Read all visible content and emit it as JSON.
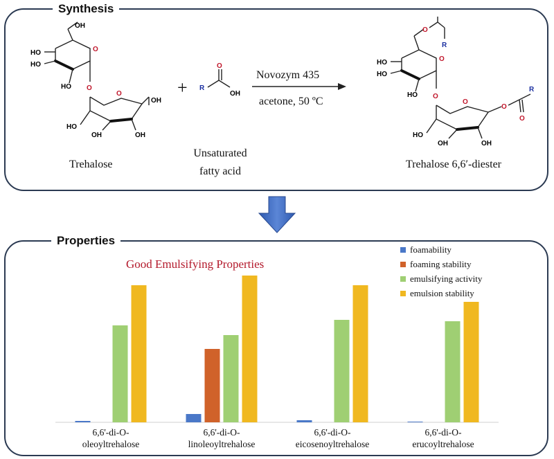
{
  "synthesis": {
    "title": "Synthesis",
    "reactant1_label": "Trehalose",
    "reactant2_label_line1": "Unsaturated",
    "reactant2_label_line2": "fatty acid",
    "plus": "+",
    "enzyme": "Novozym 435",
    "conditions": "acetone, 50 ºC",
    "product_label": "Trehalose 6,6′-diester",
    "atoms": {
      "oh": "OH",
      "ho": "HO",
      "o": "O",
      "r": "R"
    }
  },
  "properties": {
    "title": "Properties",
    "headline": "Good Emulsifying Properties",
    "headline_color": "#b3192b"
  },
  "chart_data": {
    "type": "bar",
    "title": "",
    "xlabel": "",
    "ylabel": "",
    "ylim": [
      0,
      100
    ],
    "categories": [
      [
        "6,6'-di-O-",
        "oleoyltrehalose"
      ],
      [
        "6,6'-di-O-",
        "linoleoyltrehalose"
      ],
      [
        "6,6'-di-O-",
        "eicosenoyltrehalose"
      ],
      [
        "6,6'-di-O-",
        "erucoyltrehalose"
      ]
    ],
    "series": [
      {
        "name": "foamability",
        "color": "#4a78c8",
        "values": [
          1,
          6,
          1.5,
          0.5
        ]
      },
      {
        "name": "foaming stability",
        "color": "#d0622a",
        "values": [
          0,
          53,
          0,
          0
        ]
      },
      {
        "name": "emulsifying activity",
        "color": "#9fcf73",
        "values": [
          70,
          63,
          74,
          73
        ]
      },
      {
        "name": "emulsion stability",
        "color": "#f0b820",
        "values": [
          99,
          106,
          99,
          87
        ]
      }
    ],
    "legend": "top-right"
  }
}
